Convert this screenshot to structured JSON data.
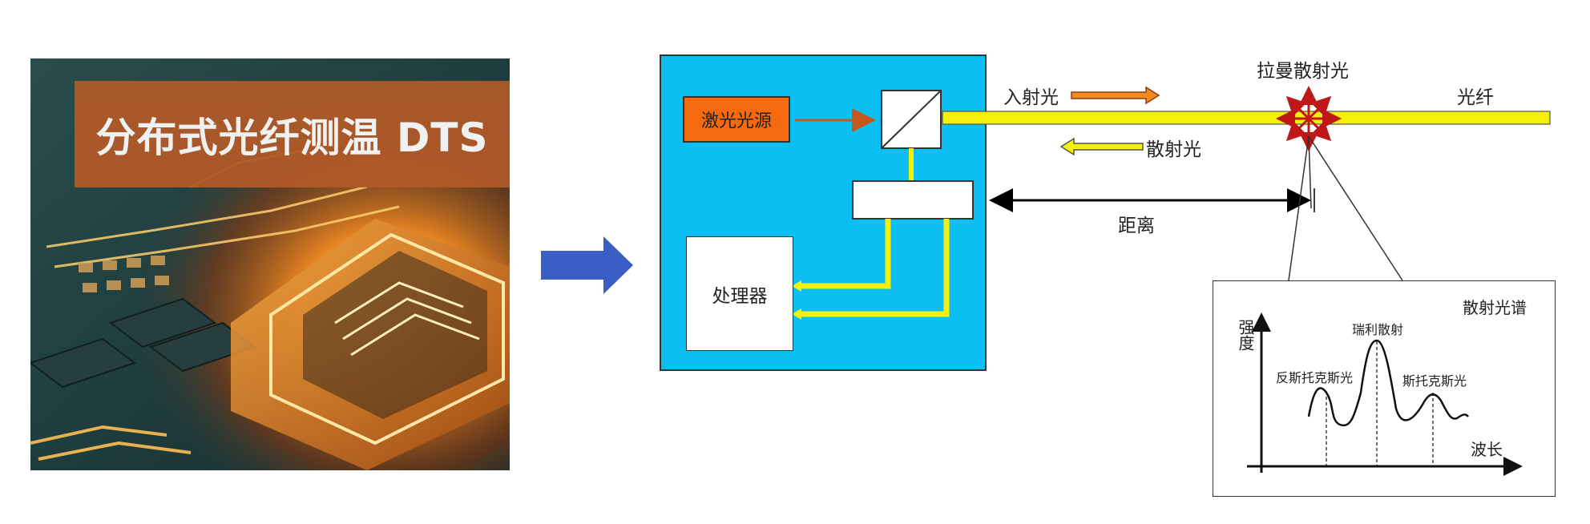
{
  "photo": {
    "title": "分布式光纤测温 DTS"
  },
  "diagram": {
    "laser_source": "激光光源",
    "processor": "处理器",
    "incident_light": "入射光",
    "scattered_light": "散射光",
    "raman_scattered_light": "拉曼散射光",
    "fiber": "光纤",
    "distance": "距离",
    "colors": {
      "panel": "#0bbff2",
      "laser": "#f56a0f",
      "fiber": "#f5f00a",
      "arrow": "#3a5fc4"
    }
  },
  "spectrum": {
    "title": "散射光谱",
    "y_axis": "强度",
    "x_axis": "波长",
    "anti_stokes": "反斯托克斯光",
    "rayleigh": "瑞利散射",
    "stokes": "斯托克斯光"
  }
}
